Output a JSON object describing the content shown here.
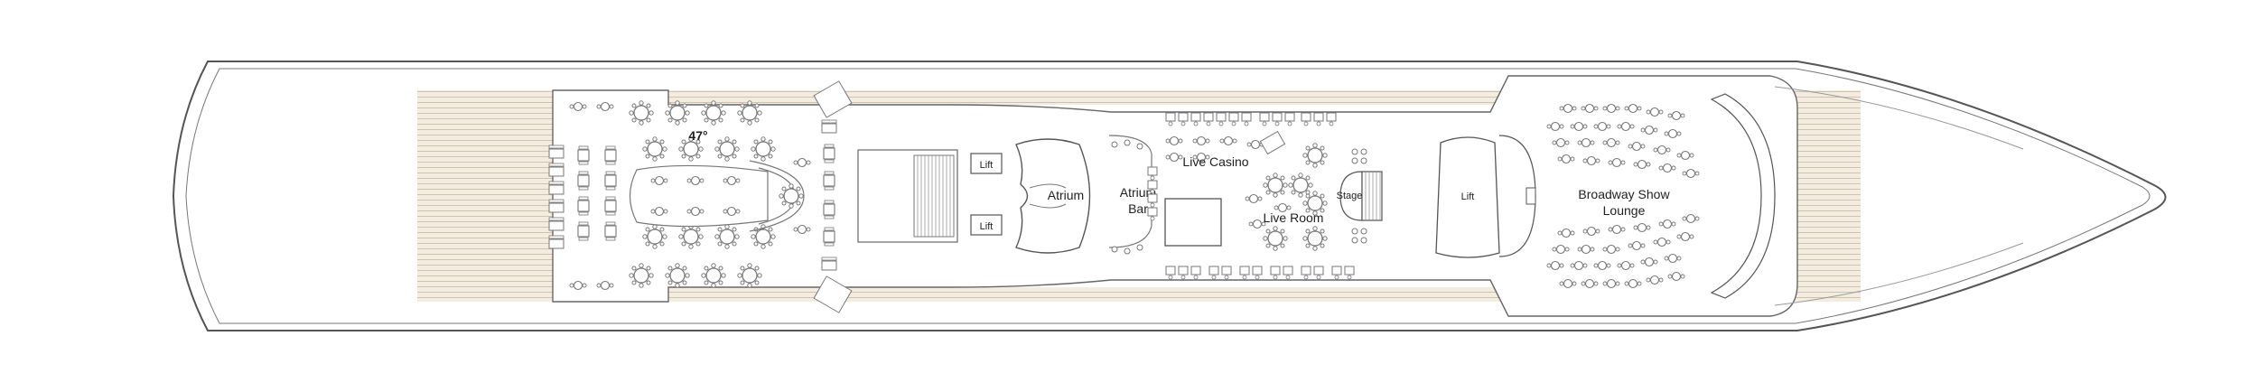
{
  "deck": {
    "labels": {
      "restaurant_name": "47°",
      "atrium": "Atrium",
      "lift_upper": "Lift",
      "lift_lower": "Lift",
      "atrium_bar_line1": "Atrium",
      "atrium_bar_line2": "Bar",
      "live_casino": "Live Casino",
      "live_room": "Live Room",
      "stage": "Stage",
      "lift_forward": "Lift",
      "broadway_line1": "Broadway Show",
      "broadway_line2": "Lounge"
    },
    "colors": {
      "hull_outline": "#555555",
      "deck_plank": "#f3ecdf",
      "plank_line": "#c9bfae",
      "interior": "#ffffff",
      "furniture": "#777777"
    }
  }
}
